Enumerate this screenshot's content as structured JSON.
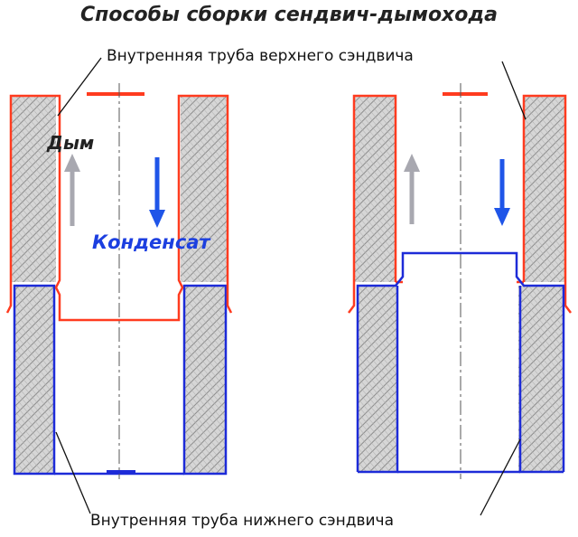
{
  "title": "Способы сборки сендвич-дымохода",
  "labels": {
    "upper_inner_pipe": "Внутренняя труба верхнего сэндвича",
    "lower_inner_pipe": "Внутренняя труба нижнего сэндвича",
    "smoke": "Дым",
    "condensate": "Конденсат"
  },
  "colors": {
    "upper_pipe": "#ff3b1f",
    "lower_pipe": "#1d2bd8",
    "smoke_arrow": "#a8a8b0",
    "condensate_arrow": "#1f55e8",
    "insulation_hatch": "#9a9a9a"
  }
}
